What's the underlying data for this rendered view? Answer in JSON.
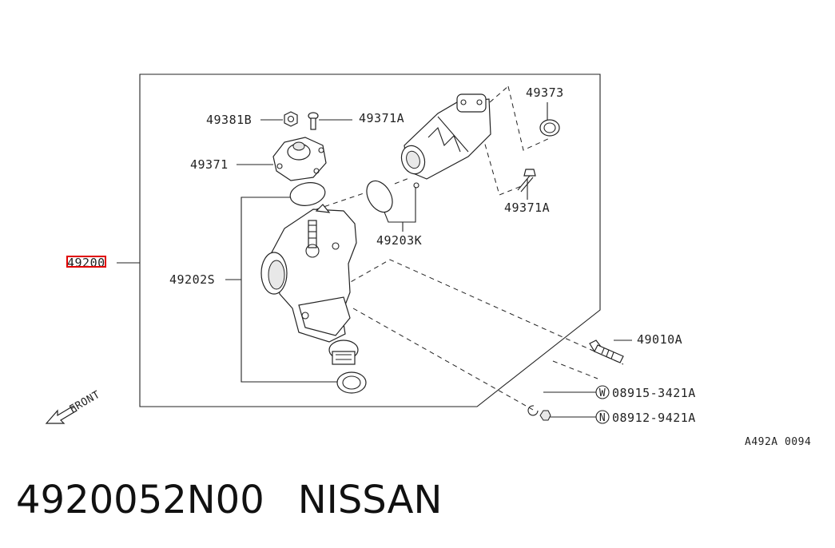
{
  "diagram": {
    "labels": {
      "assembly": "49200",
      "gear_box": "49202S",
      "nut_49381b": "49381B",
      "bolt_49371a_top": "49371A",
      "cover": "49371",
      "seal_kit": "49203K",
      "clamp": "49373",
      "bolt_49371a_right": "49371A",
      "mount_bolt": "49010A",
      "washer": "08915-3421A",
      "nut": "08912-9421A",
      "washer_circle": "W",
      "nut_circle": "N",
      "front": "FRONT",
      "ref_code": "A492A 0094"
    }
  },
  "footer": {
    "part_number": "4920052N00",
    "brand": "NISSAN"
  },
  "colors": {
    "highlight": "#e00000",
    "ink": "#222222"
  }
}
